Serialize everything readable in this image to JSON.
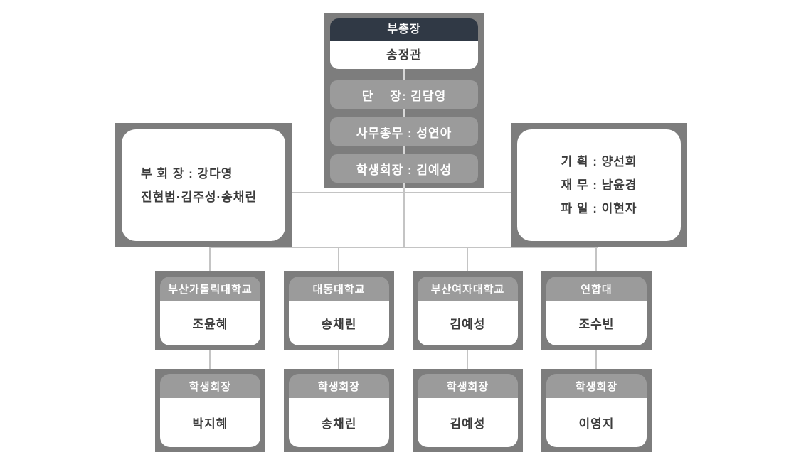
{
  "palette": {
    "background": "#ffffff",
    "container_gray": "#7d7d7d",
    "header_dark": "#303945",
    "pill_gray": "#9b9b9b",
    "box_white": "#ffffff",
    "text_dark": "#3c3c3c",
    "text_white": "#ffffff",
    "line_gray": "#c4c4c4"
  },
  "center": {
    "header": "부총장",
    "name": "송정관",
    "staff": [
      "단    장: 김담영",
      "사무총무 : 성연아",
      "학생회장 : 김예성"
    ]
  },
  "left_box": {
    "lines": [
      "부 회 장 : 강다영",
      "진현범·김주성·송채린"
    ]
  },
  "right_box": {
    "lines": [
      "기 획 : 양선희",
      "재 무 : 남윤경",
      "파 일 : 이현자"
    ]
  },
  "universities": [
    {
      "school": "부산가톨릭대학교",
      "rep": "조윤혜",
      "role": "학생회장",
      "president": "박지혜"
    },
    {
      "school": "대동대학교",
      "rep": "송채린",
      "role": "학생회장",
      "president": "송채린"
    },
    {
      "school": "부산여자대학교",
      "rep": "김예성",
      "role": "학생회장",
      "president": "김예성"
    },
    {
      "school": "연합대",
      "rep": "조수빈",
      "role": "학생회장",
      "president": "이영지"
    }
  ]
}
